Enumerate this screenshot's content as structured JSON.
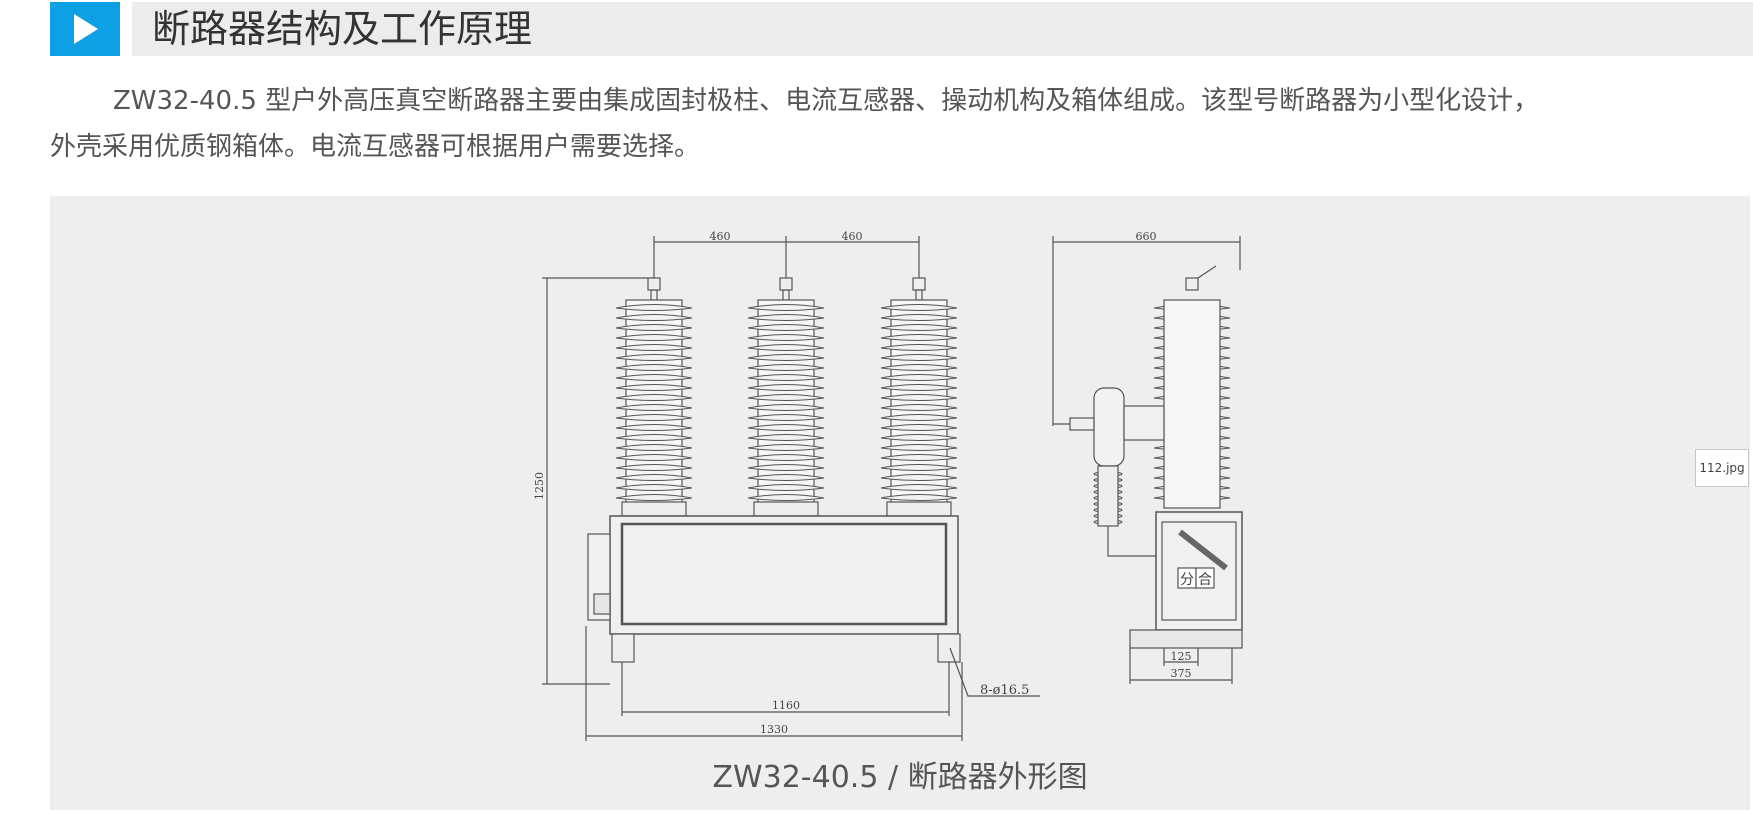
{
  "section": {
    "title": "断路器结构及工作原理",
    "icon": "play-icon",
    "accent_color": "#0ea0e4"
  },
  "intro": {
    "line1": "ZW32-40.5 型户外高压真空断路器主要由集成固封极柱、电流互感器、操动机构及箱体组成。该型号断路器为小型化设计，",
    "line2": "外壳采用优质钢箱体。电流互感器可根据用户需要选择。"
  },
  "figure": {
    "caption": "ZW32-40.5 / 断路器外形图",
    "file_label": "112.jpg",
    "dimensions": {
      "pole_spacing_1": "460",
      "pole_spacing_2": "460",
      "height": "1250",
      "mount_span": "1160",
      "overall_width": "1330",
      "mount_holes": "8-ø16.5",
      "side_depth": "660",
      "side_base_inner": "125",
      "side_base_outer": "375"
    },
    "panel_labels": {
      "open": "分",
      "close": "合"
    }
  }
}
